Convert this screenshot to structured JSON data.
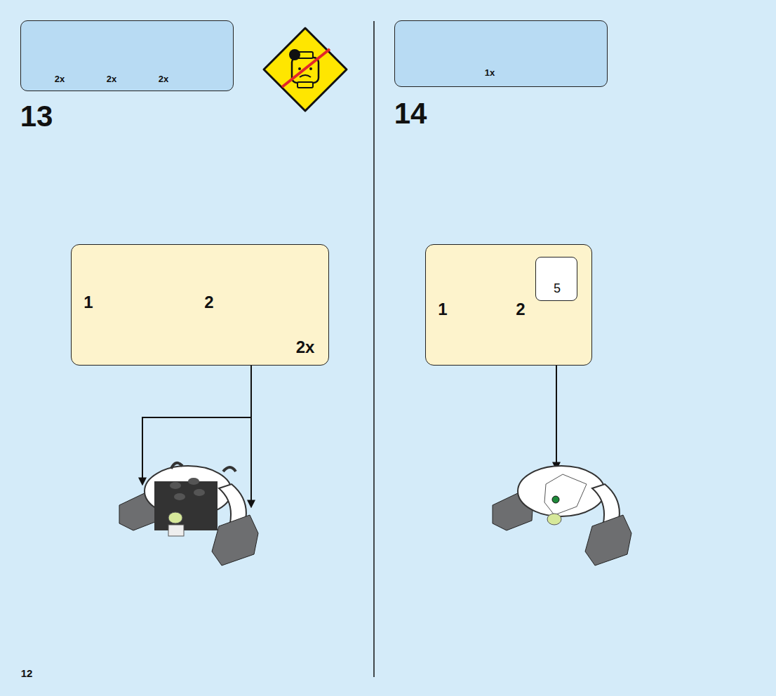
{
  "diagram": {
    "nodes": [
      {
        "text": [
          "2x",
          "2x",
          "2x"
        ]
      },
      {
        "text": [
          "1",
          "2",
          "2x"
        ]
      },
      {
        "text": [
          "1x"
        ]
      },
      {
        "text": [
          "1",
          "2"
        ]
      },
      {
        "text": [
          "5"
        ],
        "in": 3
      }
    ],
    "labels": [
      "13",
      "14",
      "12"
    ]
  }
}
